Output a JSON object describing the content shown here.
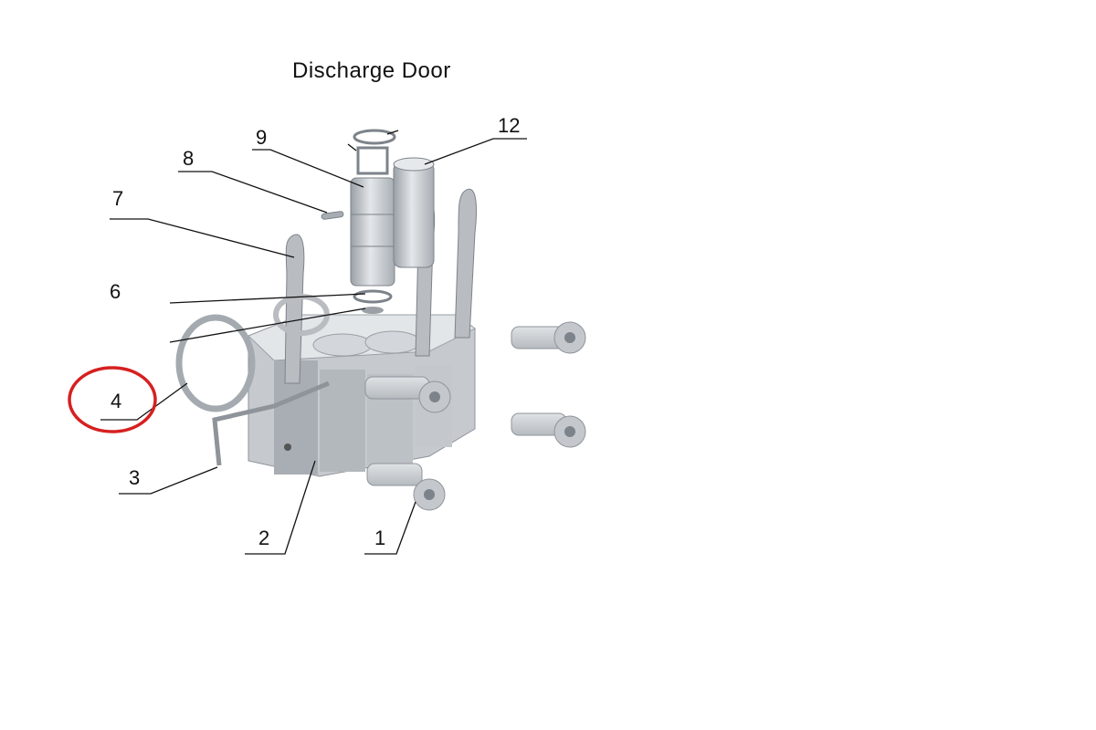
{
  "title": "Discharge Door",
  "callouts": [
    {
      "id": "1",
      "label": "1"
    },
    {
      "id": "2",
      "label": "2"
    },
    {
      "id": "3",
      "label": "3"
    },
    {
      "id": "4",
      "label": "4"
    },
    {
      "id": "6",
      "label": "6"
    },
    {
      "id": "7",
      "label": "7"
    },
    {
      "id": "8",
      "label": "8"
    },
    {
      "id": "9",
      "label": "9"
    },
    {
      "id": "12",
      "label": "12"
    }
  ],
  "highlight": {
    "target": "4",
    "color": "#d62020"
  },
  "colors": {
    "part_light": "#d9dcdf",
    "part_mid": "#b9bdc2",
    "part_dark": "#8f949a",
    "line": "#111111"
  }
}
